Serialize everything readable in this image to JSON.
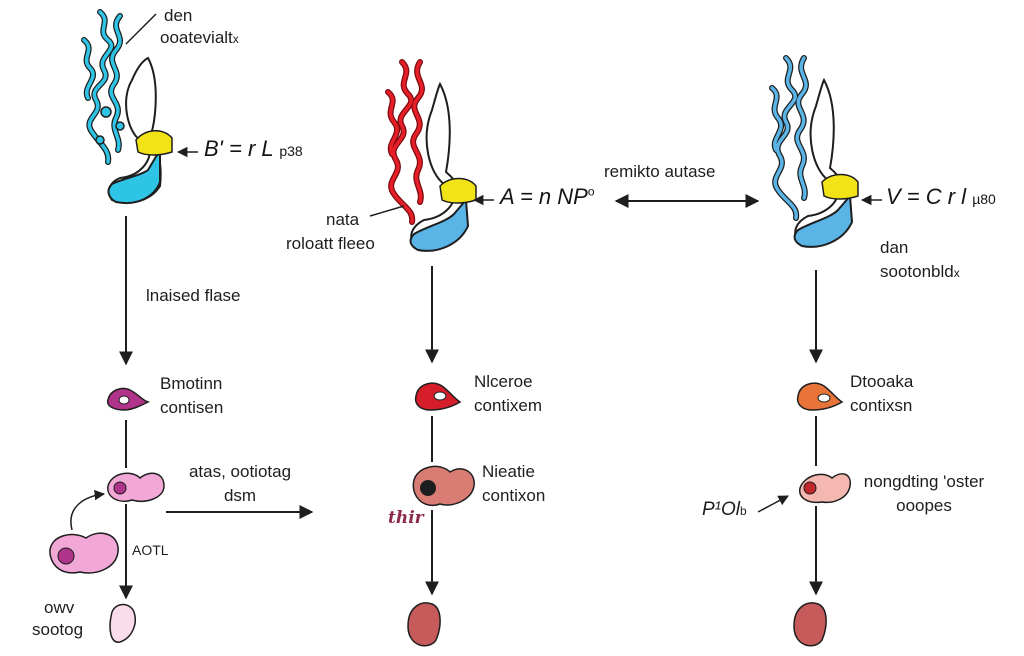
{
  "colors": {
    "cyan": "#2ec4e6",
    "blue": "#5ab4e6",
    "red": "#e61e28",
    "yellow": "#f2e316",
    "magenta": "#b0348a",
    "pink": "#f2a8d6",
    "crimson": "#d61e2a",
    "orange": "#e8743a",
    "rose": "#d87c74",
    "brick": "#c75a5a",
    "ink": "#1e1e1e"
  },
  "left": {
    "top_label_1": "den",
    "top_label_2": "ooatevialt",
    "top_label_2_sub": "x",
    "formula": "B' = r  L",
    "formula_sub": "p38",
    "arrow_label": "lnaised flase",
    "stage1_label_1": "Bmotinn",
    "stage1_label_2": "contisen",
    "stage2_label_1": "atas, ootiotag",
    "stage2_label_2": "dsm",
    "branch_label": "AOTL",
    "bottom_label_1": "owv",
    "bottom_label_2": "sootog"
  },
  "middle": {
    "side_label_1": "nata",
    "side_label_2": "roloatt fleeo",
    "formula": "A = n  NP",
    "formula_sup": "o",
    "connector_label": "remikto autase",
    "stage1_label_1": "Nlceroe",
    "stage1_label_2": "contixem",
    "stage2_label_1": "Nieatie",
    "stage2_label_2": "contixon",
    "accent_label": "thir"
  },
  "right": {
    "formula": "V = C r  l",
    "formula_sub": "µ80",
    "side_label_1": "dan",
    "side_label_2": "sootonbld",
    "side_label_2_sub": "x",
    "stage1_label_1": "Dtooaka",
    "stage1_label_2": "contixsn",
    "stage2_label_1": "nongdting 'oster",
    "stage2_label_2": "ooopes",
    "branch_label": "P¹Ol",
    "branch_label_sub": "b"
  }
}
